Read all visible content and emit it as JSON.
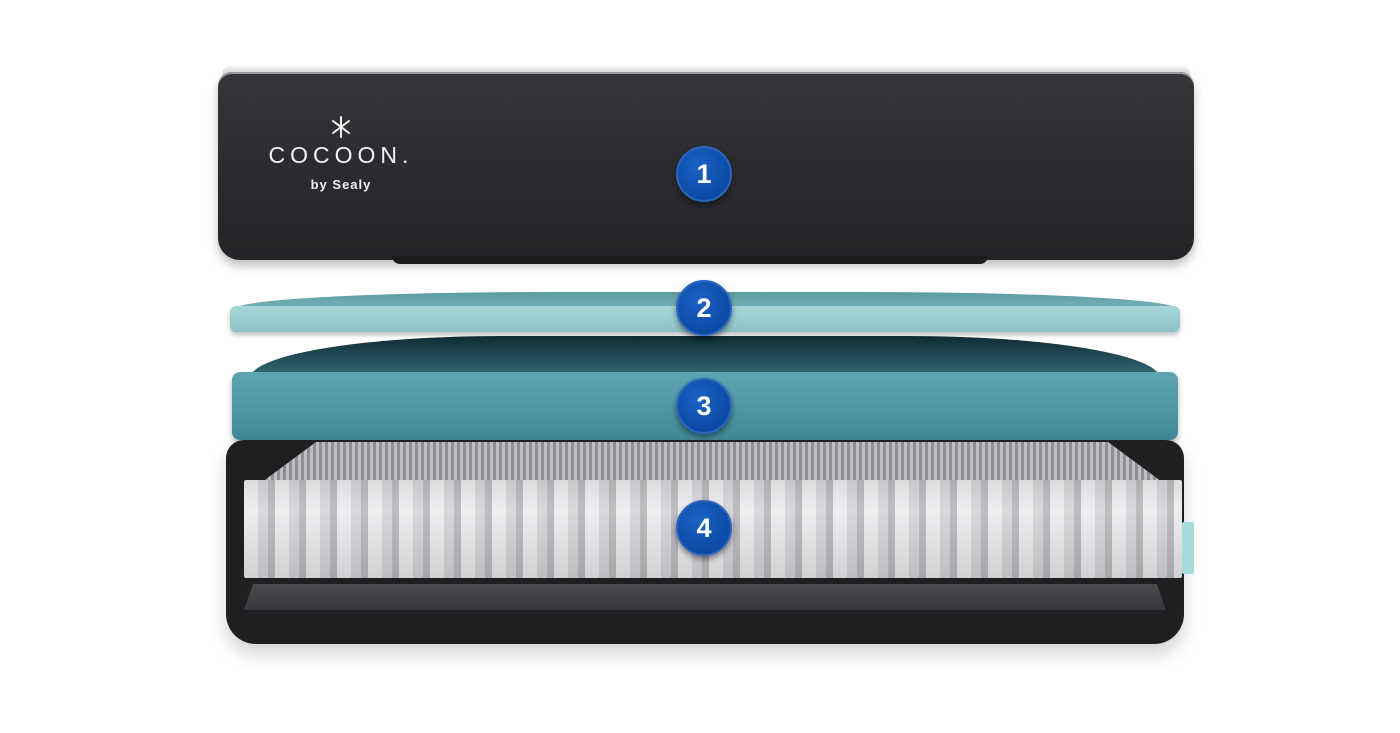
{
  "product": {
    "brand": "COCOON.",
    "sub_brand": "by Sealy"
  },
  "layers": [
    {
      "number": "1"
    },
    {
      "number": "2"
    },
    {
      "number": "3"
    },
    {
      "number": "4"
    }
  ],
  "colors": {
    "cover": "#2b2b2f",
    "layer_2": "#a9d6d8",
    "layer_3": "#4b96a3",
    "coils": "#eeeef1",
    "badge": "#0c4aa6",
    "badge_text": "#ffffff"
  },
  "icons": {
    "logo_mark": "asterisk-star-icon"
  }
}
